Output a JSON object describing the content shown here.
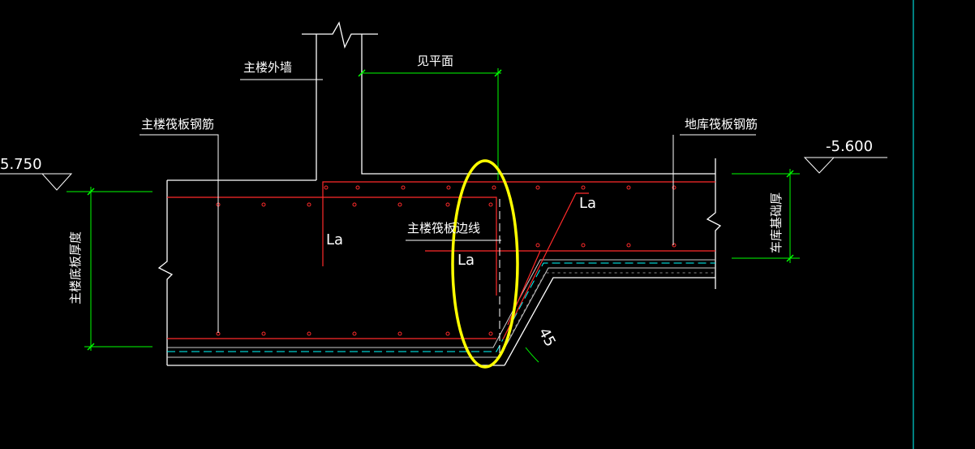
{
  "drawing": {
    "labels": {
      "outer_wall": "主楼外墙",
      "see_plan": "见平面",
      "main_raft_rebar": "主楼筏板钢筋",
      "garage_raft_rebar": "地库筏板钢筋",
      "elev_left": "5.750",
      "elev_right": "-5.600",
      "raft_edge_line": "主楼筏板边线",
      "la_1": "La",
      "la_2": "La",
      "la_3": "La",
      "main_raft_thickness": "主楼底板厚度",
      "garage_base_thickness": "车库基础厚",
      "angle": "45"
    },
    "colors": {
      "background": "#000000",
      "line": "#ffffff",
      "rebar": "#ff2a2a",
      "dimension": "#00ff00",
      "highlight": "#ffff00",
      "cyan": "#00ffff",
      "text": "#ffffff"
    }
  }
}
